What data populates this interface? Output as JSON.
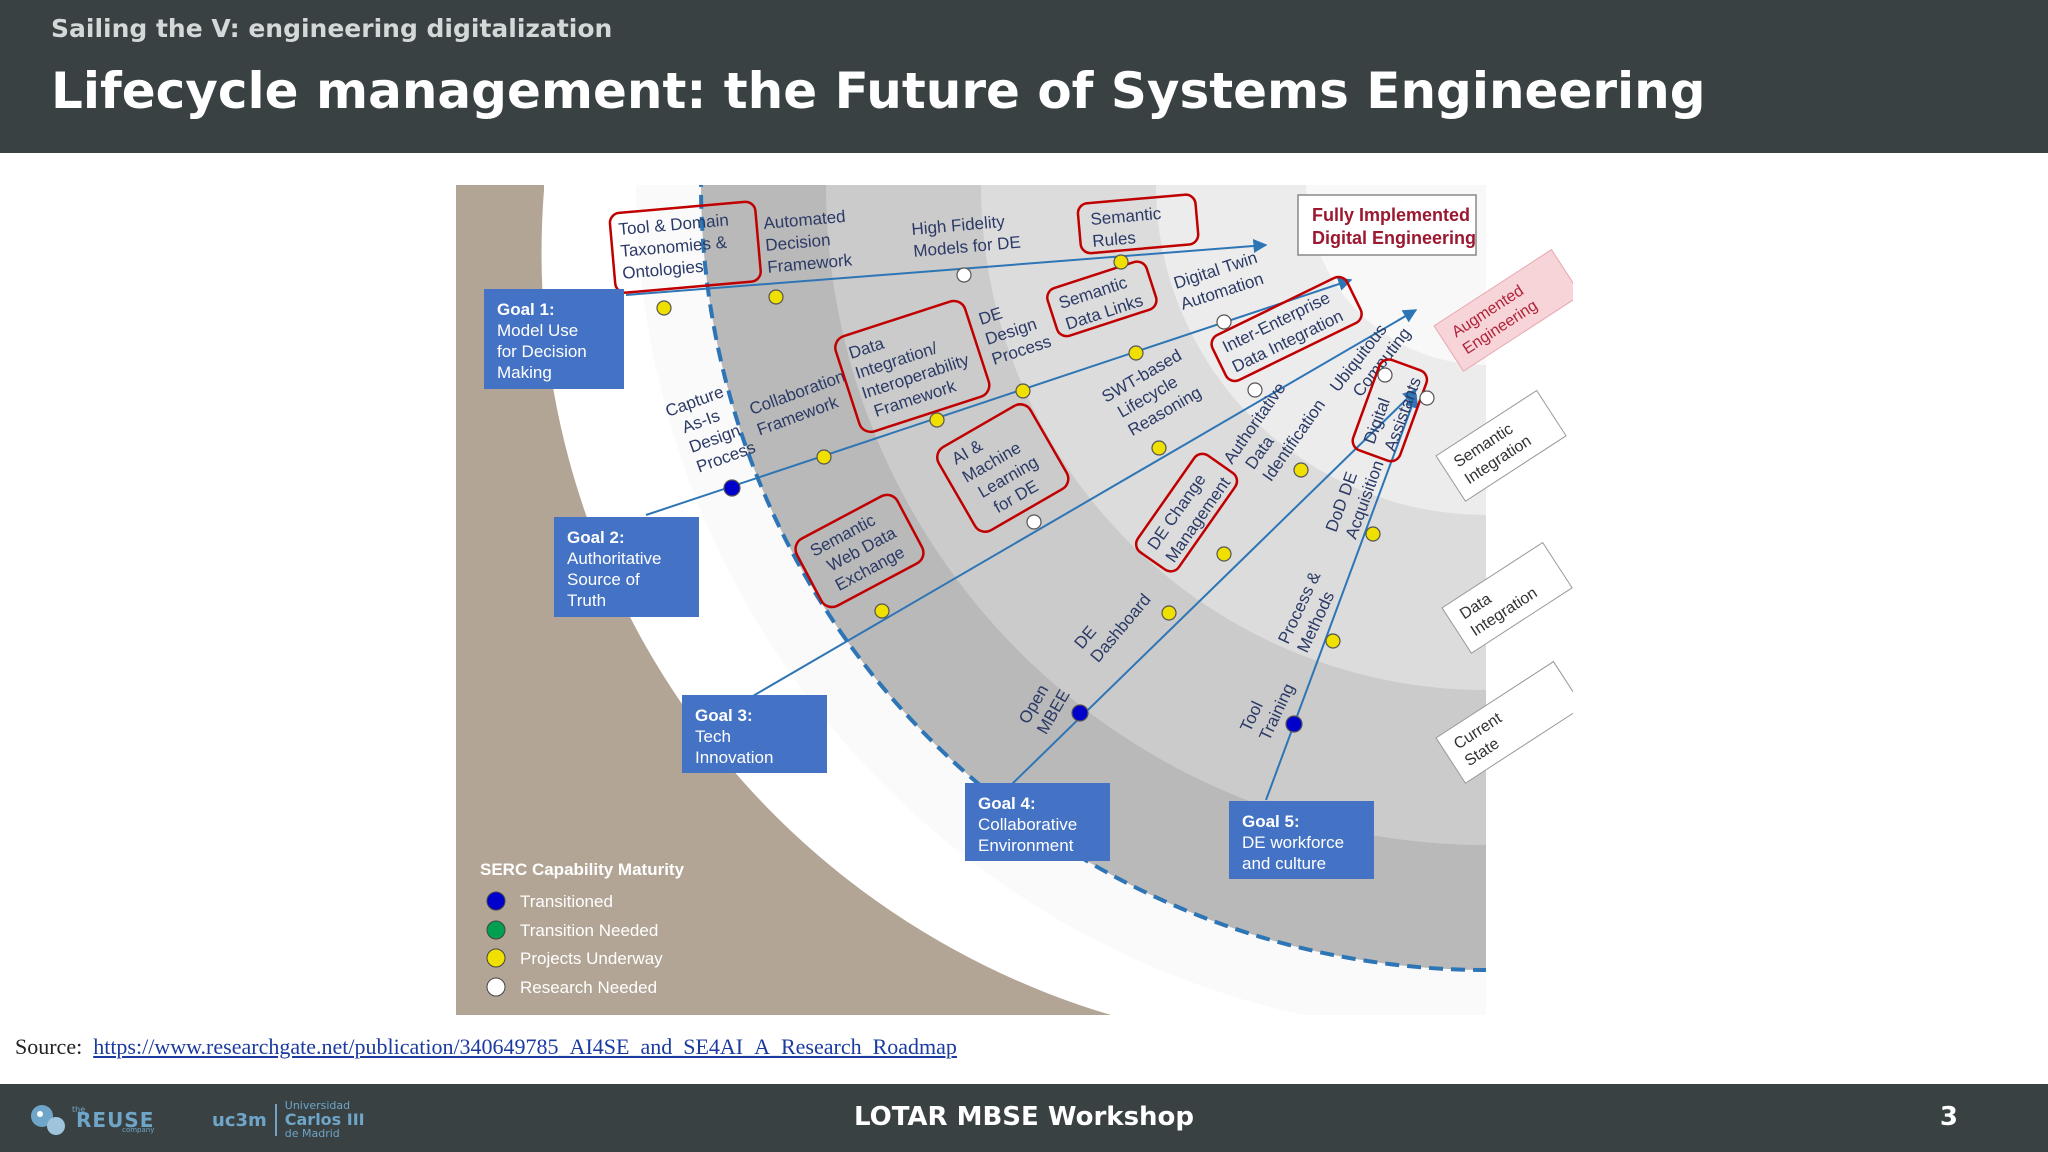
{
  "header": {
    "subtitle": "Sailing the V: engineering digitalization",
    "title": "Lifecycle management: the Future of Systems Engineering"
  },
  "colors": {
    "header_bg": "#394143",
    "goal_box": "#4472c4",
    "arrow": "#2e75b6",
    "highlight": "#c00000",
    "transitioned": "#0000cc",
    "transition_needed": "#00a050",
    "projects_underway": "#f0e000",
    "research_needed": "#ffffff"
  },
  "diagram": {
    "fully_implemented": [
      "Fully Implemented",
      "Digital Engineering"
    ],
    "goals": [
      {
        "title": "Goal 1:",
        "lines": [
          "Model Use",
          "for Decision",
          "Making"
        ]
      },
      {
        "title": "Goal 2:",
        "lines": [
          "Authoritative",
          "Source of",
          "Truth"
        ]
      },
      {
        "title": "Goal 3:",
        "lines": [
          "Tech",
          "Innovation"
        ]
      },
      {
        "title": "Goal 4:",
        "lines": [
          "Collaborative",
          "Environment"
        ]
      },
      {
        "title": "Goal 5:",
        "lines": [
          "DE workforce",
          "and culture"
        ]
      }
    ],
    "stages": [
      {
        "lines": [
          "Augmented",
          "Engineering"
        ]
      },
      {
        "lines": [
          "Semantic",
          "Integration"
        ]
      },
      {
        "lines": [
          "Data",
          "Integration"
        ]
      },
      {
        "lines": [
          "Current",
          "State"
        ]
      }
    ],
    "capabilities": [
      {
        "lines": [
          "Tool & Domain",
          "Taxonomies &",
          "Ontologies"
        ],
        "status": "projects_underway"
      },
      {
        "lines": [
          "Automated",
          "Decision",
          "Framework"
        ],
        "status": "projects_underway"
      },
      {
        "lines": [
          "High Fidelity",
          "Models for DE"
        ],
        "status": "research_needed"
      },
      {
        "lines": [
          "Semantic",
          "Rules"
        ],
        "status": "projects_underway"
      },
      {
        "lines": [
          "Capture",
          "As-Is",
          "Design",
          "Process"
        ],
        "status": "transitioned"
      },
      {
        "lines": [
          "Collaboration",
          "Framework"
        ],
        "status": "projects_underway"
      },
      {
        "lines": [
          "Data",
          "Integration/",
          "Interoperability",
          "Framework"
        ],
        "status": "projects_underway"
      },
      {
        "lines": [
          "DE",
          "Design",
          "Process"
        ],
        "status": "projects_underway"
      },
      {
        "lines": [
          "Semantic",
          "Data Links"
        ],
        "status": "projects_underway"
      },
      {
        "lines": [
          "Digital Twin",
          "Automation"
        ],
        "status": "research_needed"
      },
      {
        "lines": [
          "Inter-Enterprise",
          "Data Integration"
        ],
        "status": "research_needed"
      },
      {
        "lines": [
          "Semantic",
          "Web Data",
          "Exchange"
        ],
        "status": "projects_underway"
      },
      {
        "lines": [
          "AI &",
          "Machine",
          "Learning",
          "for DE"
        ],
        "status": "research_needed"
      },
      {
        "lines": [
          "SWT-based",
          "Lifecycle",
          "Reasoning"
        ],
        "status": "projects_underway"
      },
      {
        "lines": [
          "Ubiquitous",
          "Computing"
        ],
        "status": "research_needed"
      },
      {
        "lines": [
          "Open",
          "MBEE"
        ],
        "status": "transitioned"
      },
      {
        "lines": [
          "DE",
          "Dashboard"
        ],
        "status": "projects_underway"
      },
      {
        "lines": [
          "DE Change",
          "Management"
        ],
        "status": "projects_underway"
      },
      {
        "lines": [
          "Authoritative",
          "Data",
          "Identification"
        ],
        "status": "projects_underway"
      },
      {
        "lines": [
          "Tool",
          "Training"
        ],
        "status": "transitioned"
      },
      {
        "lines": [
          "Process &",
          "Methods"
        ],
        "status": "projects_underway"
      },
      {
        "lines": [
          "DoD DE",
          "Acquisition"
        ],
        "status": "projects_underway"
      },
      {
        "lines": [
          "Digital",
          "Assistants"
        ],
        "status": "research_needed"
      }
    ],
    "legend": {
      "title": "SERC Capability Maturity",
      "items": [
        {
          "label": "Transitioned",
          "color": "#0000cc"
        },
        {
          "label": "Transition Needed",
          "color": "#00a050"
        },
        {
          "label": "Projects Underway",
          "color": "#f0e000"
        },
        {
          "label": "Research Needed",
          "color": "#ffffff"
        }
      ]
    }
  },
  "source": {
    "label": "Source:",
    "url": "https://www.researchgate.net/publication/340649785_AI4SE_and_SE4AI_A_Research_Roadmap"
  },
  "footer": {
    "event": "LOTAR MBSE Workshop",
    "page_number": "3",
    "logo_reuse": "REUSE",
    "logo_reuse_small": "the",
    "logo_reuse_company": "company",
    "logo_uc3m": "uc3m",
    "logo_univ": "Universidad",
    "logo_carlos": "Carlos III",
    "logo_madrid": "de Madrid"
  }
}
